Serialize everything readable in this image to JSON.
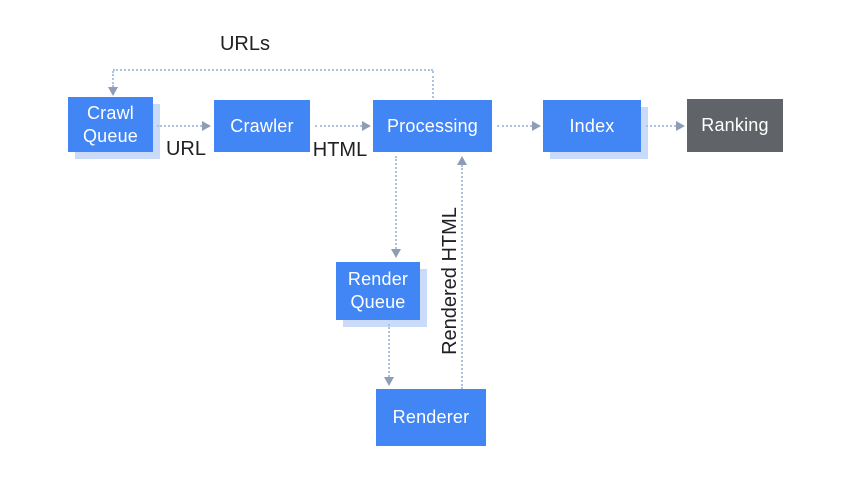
{
  "diagram": {
    "description": "Search crawling, rendering and indexing pipeline flow diagram"
  },
  "nodes": {
    "crawl_queue": {
      "label": "Crawl Queue",
      "color": "#4285F4"
    },
    "crawler": {
      "label": "Crawler",
      "color": "#4285F4"
    },
    "processing": {
      "label": "Processing",
      "color": "#4285F4"
    },
    "index": {
      "label": "Index",
      "color": "#4285F4"
    },
    "ranking": {
      "label": "Ranking",
      "color": "#606368"
    },
    "render_queue": {
      "label": "Render Queue",
      "color": "#4285F4"
    },
    "renderer": {
      "label": "Renderer",
      "color": "#4285F4"
    }
  },
  "labels": {
    "urls": "URLs",
    "url": "URL",
    "html": "HTML",
    "rendered_html": "Rendered HTML"
  },
  "edges": [
    {
      "from": "Crawl Queue",
      "to": "Crawler",
      "label": "URL",
      "style": "dotted"
    },
    {
      "from": "Crawler",
      "to": "Processing",
      "label": "HTML",
      "style": "dotted"
    },
    {
      "from": "Processing",
      "to": "Index",
      "label": "",
      "style": "dotted"
    },
    {
      "from": "Index",
      "to": "Ranking",
      "label": "",
      "style": "dotted"
    },
    {
      "from": "Processing",
      "to": "Crawl Queue",
      "label": "URLs",
      "style": "dotted"
    },
    {
      "from": "Processing",
      "to": "Render Queue",
      "label": "",
      "style": "dotted"
    },
    {
      "from": "Render Queue",
      "to": "Renderer",
      "label": "",
      "style": "dotted"
    },
    {
      "from": "Renderer",
      "to": "Processing",
      "label": "Rendered HTML",
      "style": "dotted"
    }
  ],
  "colors": {
    "node_blue": "#4285F4",
    "node_gray": "#606368",
    "node_shadow": "#C9DBF9",
    "connector_dots": "#AEC2E0",
    "connector_arrow": "#8D9DB5",
    "label_text": "#202124",
    "node_text": "#FFFFFF",
    "background": "#FFFFFF"
  }
}
